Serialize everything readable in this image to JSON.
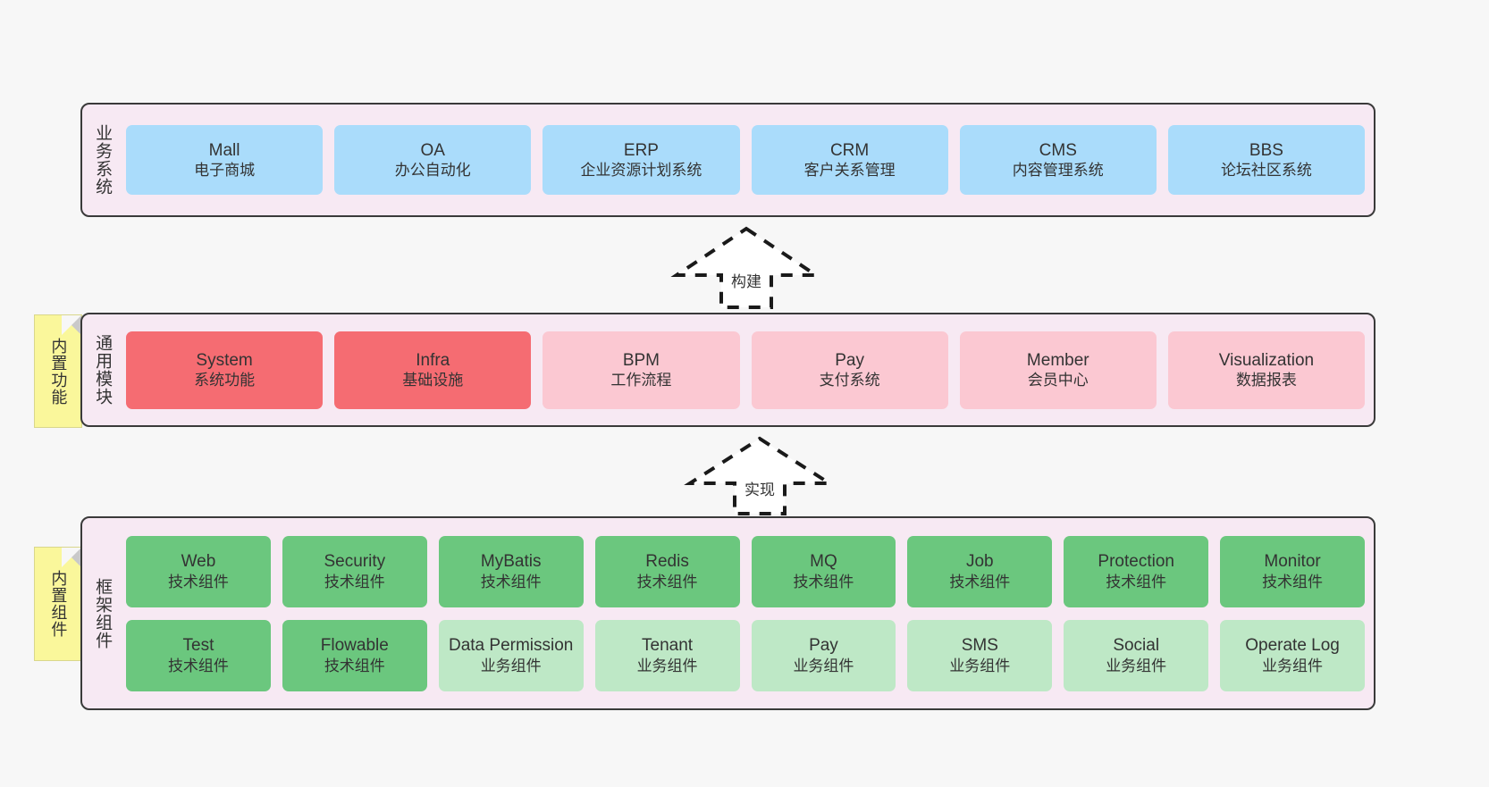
{
  "diagram": {
    "background_color": "#F7F7F7",
    "section_fill": "#F7E9F3",
    "section_border": "#3A3A3A"
  },
  "sections": {
    "business": {
      "label": "业务系统",
      "cards": [
        {
          "en": "Mall",
          "cn": "电子商城",
          "color": "#AADCFB"
        },
        {
          "en": "OA",
          "cn": "办公自动化",
          "color": "#AADCFB"
        },
        {
          "en": "ERP",
          "cn": "企业资源计划系统",
          "color": "#AADCFB"
        },
        {
          "en": "CRM",
          "cn": "客户关系管理",
          "color": "#AADCFB"
        },
        {
          "en": "CMS",
          "cn": "内容管理系统",
          "color": "#AADCFB"
        },
        {
          "en": "BBS",
          "cn": "论坛社区系统",
          "color": "#AADCFB"
        }
      ]
    },
    "modules": {
      "label": "通用模块",
      "note": "内置功能",
      "cards": [
        {
          "en": "System",
          "cn": "系统功能",
          "color": "#F56C72"
        },
        {
          "en": "Infra",
          "cn": "基础设施",
          "color": "#F56C72"
        },
        {
          "en": "BPM",
          "cn": "工作流程",
          "color": "#FBC8D2"
        },
        {
          "en": "Pay",
          "cn": "支付系统",
          "color": "#FBC8D2"
        },
        {
          "en": "Member",
          "cn": "会员中心",
          "color": "#FBC8D2"
        },
        {
          "en": "Visualization",
          "cn": "数据报表",
          "color": "#FBC8D2"
        }
      ]
    },
    "framework": {
      "label": "框架组件",
      "note": "内置组件",
      "row1": [
        {
          "en": "Web",
          "cn": "技术组件",
          "color": "#6BC77E"
        },
        {
          "en": "Security",
          "cn": "技术组件",
          "color": "#6BC77E"
        },
        {
          "en": "MyBatis",
          "cn": "技术组件",
          "color": "#6BC77E"
        },
        {
          "en": "Redis",
          "cn": "技术组件",
          "color": "#6BC77E"
        },
        {
          "en": "MQ",
          "cn": "技术组件",
          "color": "#6BC77E"
        },
        {
          "en": "Job",
          "cn": "技术组件",
          "color": "#6BC77E"
        },
        {
          "en": "Protection",
          "cn": "技术组件",
          "color": "#6BC77E"
        },
        {
          "en": "Monitor",
          "cn": "技术组件",
          "color": "#6BC77E"
        }
      ],
      "row2": [
        {
          "en": "Test",
          "cn": "技术组件",
          "color": "#6BC77E"
        },
        {
          "en": "Flowable",
          "cn": "技术组件",
          "color": "#6BC77E"
        },
        {
          "en": "Data Permission",
          "cn": "业务组件",
          "color": "#BEE8C6"
        },
        {
          "en": "Tenant",
          "cn": "业务组件",
          "color": "#BEE8C6"
        },
        {
          "en": "Pay",
          "cn": "业务组件",
          "color": "#BEE8C6"
        },
        {
          "en": "SMS",
          "cn": "业务组件",
          "color": "#BEE8C6"
        },
        {
          "en": "Social",
          "cn": "业务组件",
          "color": "#BEE8C6"
        },
        {
          "en": "Operate Log",
          "cn": "业务组件",
          "color": "#BEE8C6"
        }
      ]
    }
  },
  "connectors": [
    {
      "id": "build",
      "label": "构建",
      "style": "dashed-hollow-arrow-up"
    },
    {
      "id": "impl",
      "label": "实现",
      "style": "dashed-hollow-arrow-up"
    }
  ]
}
